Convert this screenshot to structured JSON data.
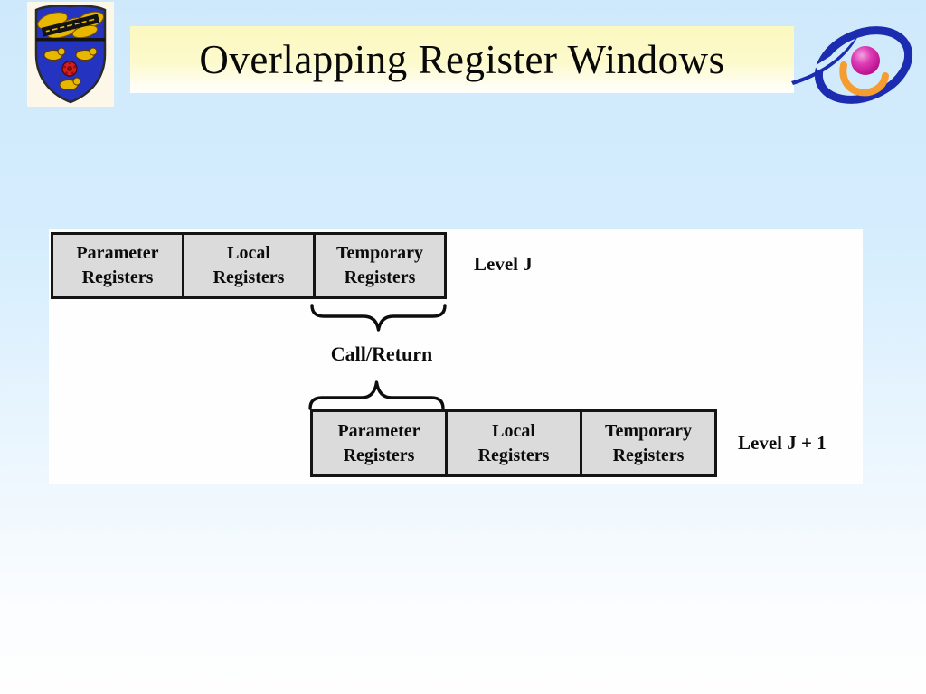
{
  "slide": {
    "title": "Overlapping Register Windows"
  },
  "diagram": {
    "level_j": {
      "boxes": [
        {
          "line1": "Parameter",
          "line2": "Registers"
        },
        {
          "line1": "Local",
          "line2": "Registers"
        },
        {
          "line1": "Temporary",
          "line2": "Registers"
        }
      ],
      "label": "Level J"
    },
    "level_j_plus_1": {
      "boxes": [
        {
          "line1": "Parameter",
          "line2": "Registers"
        },
        {
          "line1": "Local",
          "line2": "Registers"
        },
        {
          "line1": "Temporary",
          "line2": "Registers"
        }
      ],
      "label": "Level J + 1"
    },
    "call_return_label": "Call/Return"
  },
  "icons": {
    "crest": "university-crest-icon",
    "logo": "orbit-swoosh-logo-icon",
    "underbrace": "curly-brace-down-icon",
    "overbrace": "curly-brace-up-icon"
  },
  "colors": {
    "background_top": "#cfe9fc",
    "title_bg": "#fbf8c0",
    "diagram_panel": "#fefefe",
    "box_fill": "#dbdbdb",
    "box_border": "#141414",
    "logo_blue": "#1b2cb0",
    "logo_orange": "#f59d31",
    "logo_magenta": "#cc1f9e",
    "crest_blue": "#2433c0",
    "crest_gold": "#e8b800",
    "crest_rose": "#d42020"
  }
}
